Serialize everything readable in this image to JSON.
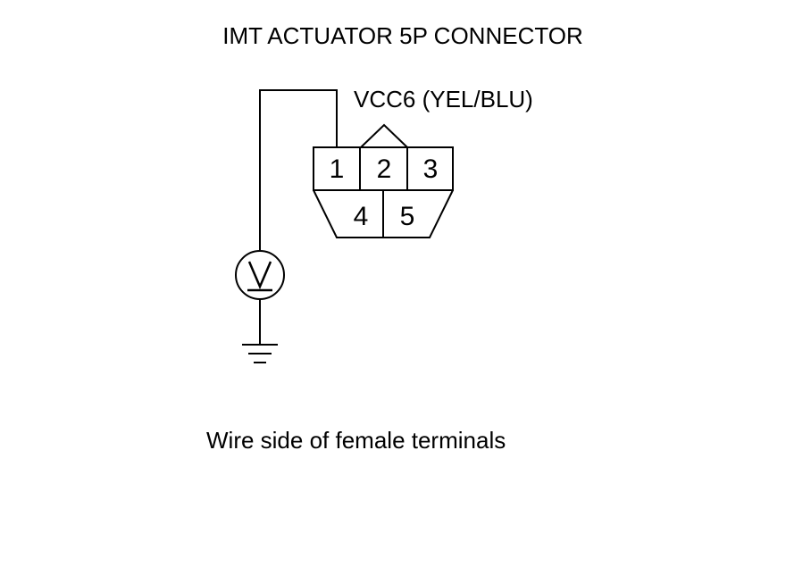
{
  "title": "IMT ACTUATOR 5P CONNECTOR",
  "wire_label": "VCC6 (YEL/BLU)",
  "caption": "Wire side of female terminals",
  "connector": {
    "top_row": [
      "1",
      "2",
      "3"
    ],
    "bottom_row": [
      "4",
      "5"
    ]
  },
  "icons": {
    "meter": "voltmeter-icon",
    "ground": "ground-icon"
  },
  "colors": {
    "line": "#000000",
    "background": "#ffffff"
  }
}
